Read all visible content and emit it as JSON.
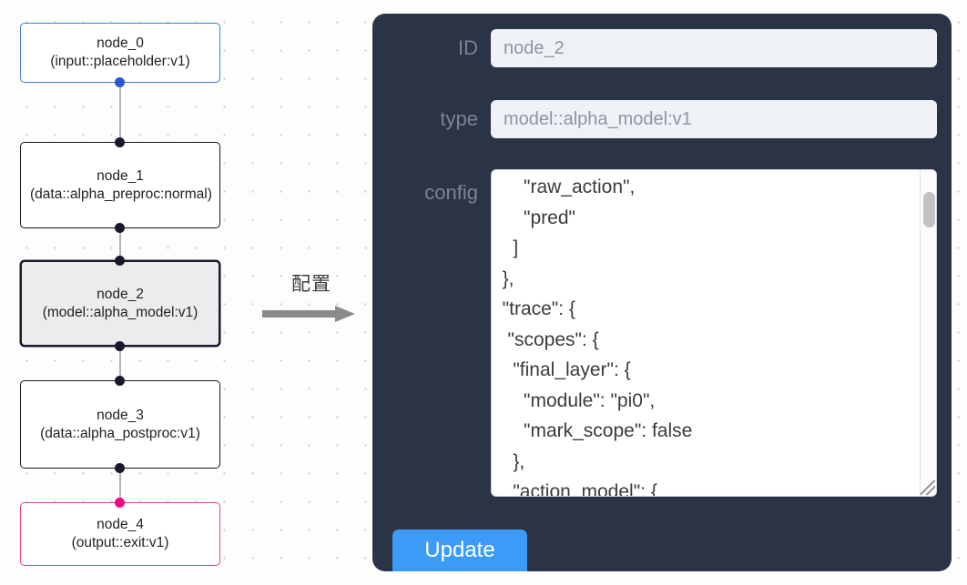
{
  "canvas": {
    "grid": "dot-grid",
    "background_color": "#fdfdfd",
    "nodes": [
      {
        "id": "node_0",
        "title": "node_0",
        "subtitle": "(input::placeholder:v1)",
        "border_color": "#4a7dd4",
        "fill_color": "#ffffff",
        "selected": false,
        "handle_color": "#2759d0"
      },
      {
        "id": "node_1",
        "title": "node_1",
        "subtitle": "(data::alpha_preproc:normal)",
        "border_color": "#1a192b",
        "fill_color": "#ffffff",
        "selected": false,
        "handle_color": "#1a192b"
      },
      {
        "id": "node_2",
        "title": "node_2",
        "subtitle": "(model::alpha_model:v1)",
        "border_color": "#1a192b",
        "fill_color": "#ececec",
        "selected": true,
        "handle_color": "#1a192b"
      },
      {
        "id": "node_3",
        "title": "node_3",
        "subtitle": "(data::alpha_postproc:v1)",
        "border_color": "#1a192b",
        "fill_color": "#ffffff",
        "selected": false,
        "handle_color": "#1a192b"
      },
      {
        "id": "node_4",
        "title": "node_4",
        "subtitle": "(output::exit:v1)",
        "border_color": "#e8468f",
        "fill_color": "#ffffff",
        "selected": false,
        "handle_color": "#f0077f"
      }
    ],
    "edge_color": "#b1b1b7"
  },
  "annotation": {
    "label": "配置",
    "arrow_color": "#8a8a8a",
    "arrow_direction": "right"
  },
  "inspector": {
    "panel_color": "#2b3446",
    "label_color": "#7b8496",
    "fields": [
      {
        "label": "ID",
        "value": "node_2"
      },
      {
        "label": "type",
        "value": "model::alpha_model:v1"
      },
      {
        "label": "config",
        "value": ""
      }
    ],
    "id_label": "ID",
    "id_value": "node_2",
    "type_label": "type",
    "type_value": "model::alpha_model:v1",
    "config_label": "config",
    "config_value": "      \"raw_action\",\n      \"pred\"\n    ]\n  },\n  \"trace\": {\n   \"scopes\": {\n    \"final_layer\": {\n      \"module\": \"pi0\",\n      \"mark_scope\": false\n    },\n    \"action_model\": {",
    "update_button_label": "Update",
    "update_button_color": "#3b9bf6",
    "scrollbar": {
      "visible": true,
      "thumb_position": "near-top"
    },
    "resize_handle": true
  }
}
